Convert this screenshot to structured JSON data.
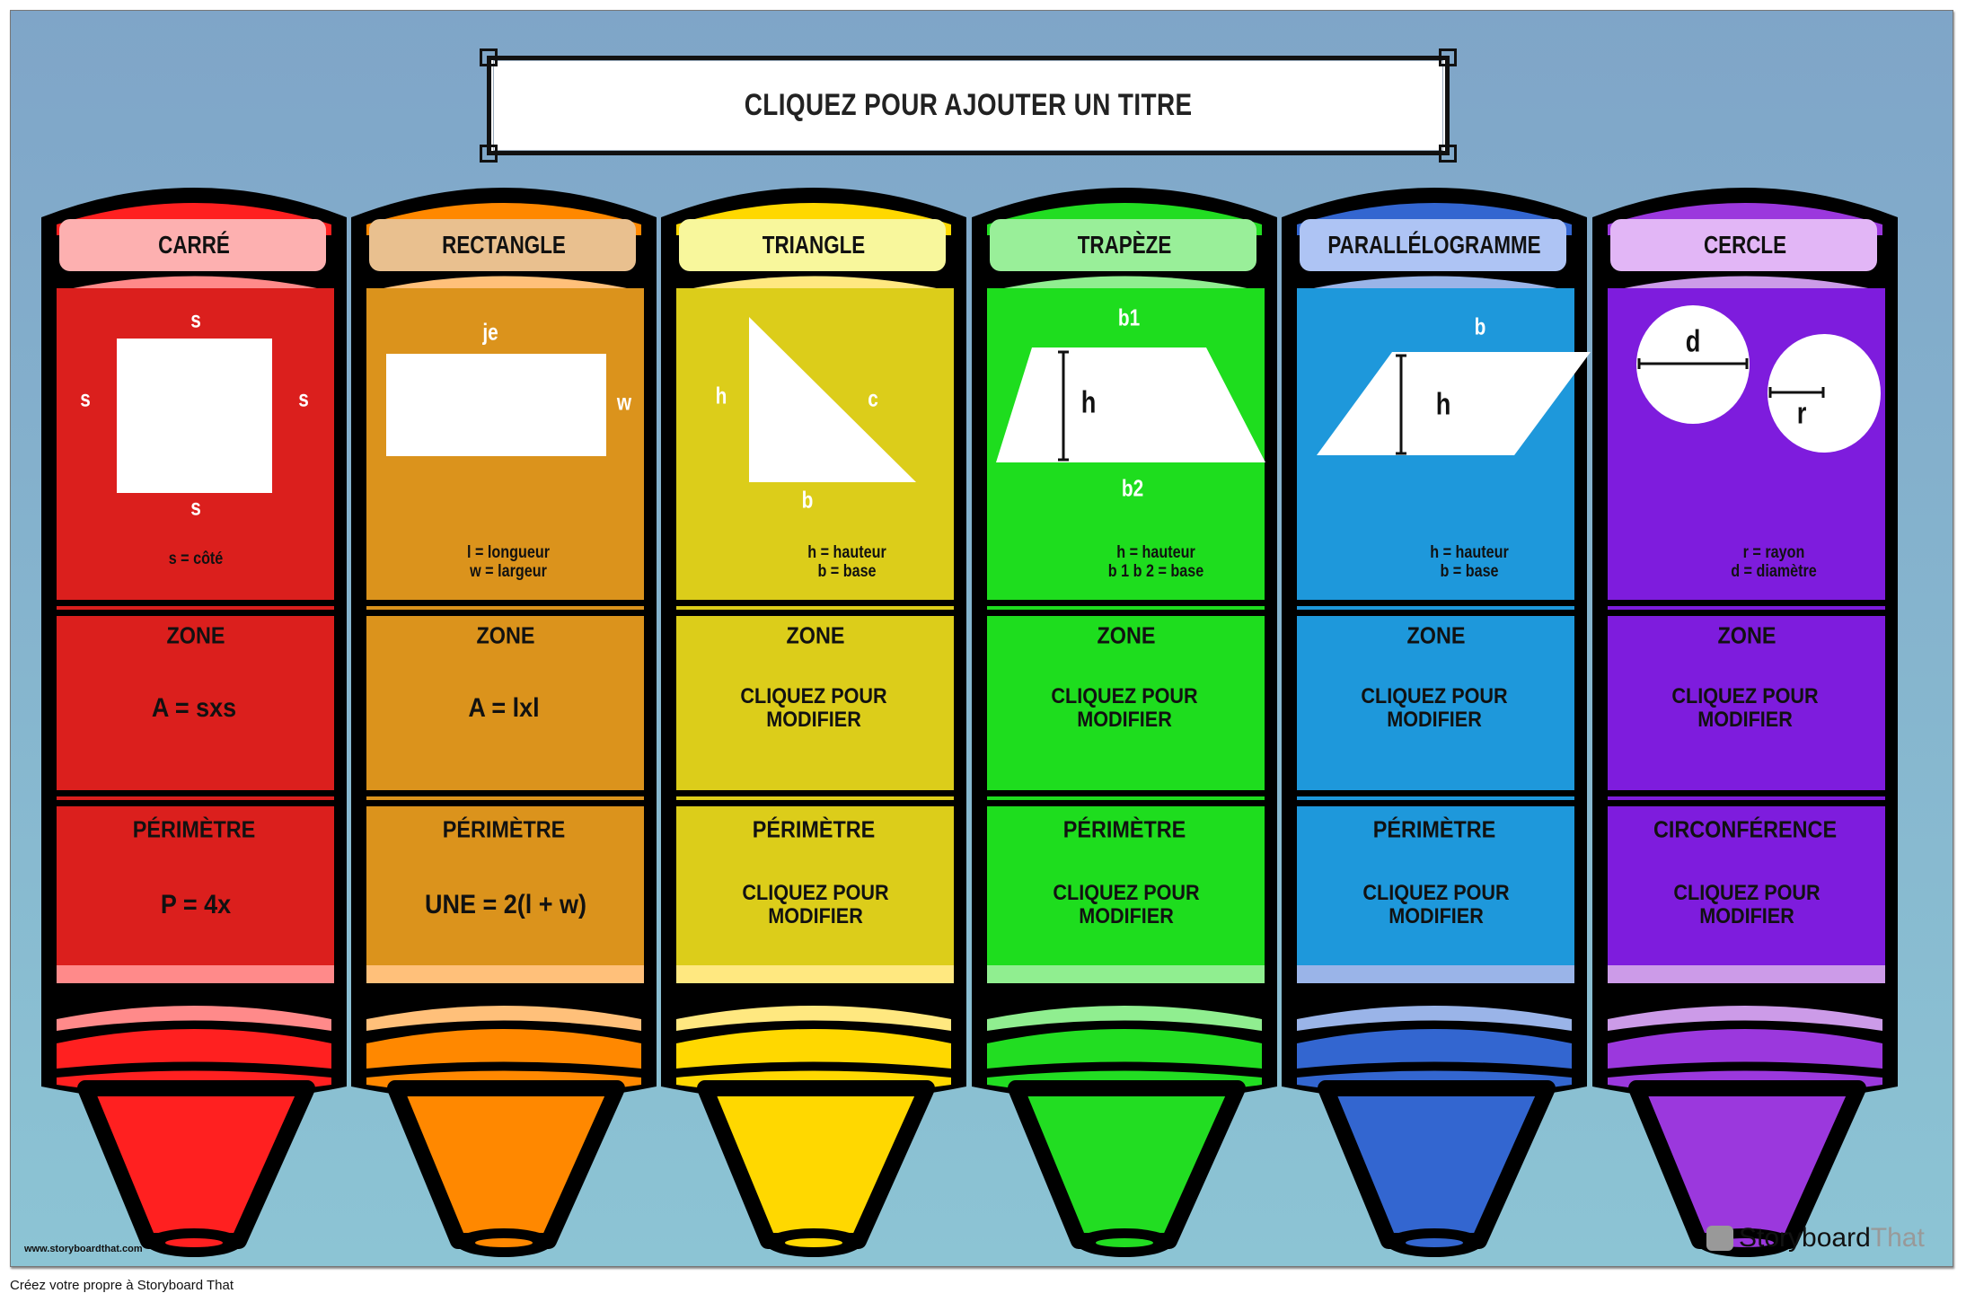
{
  "title": "CLIQUEZ POUR AJOUTER UN TITRE",
  "site_url": "www.storyboardthat.com",
  "footer": "Créez votre propre à Storyboard That",
  "logo": {
    "part1": "Storyboard",
    "part2": "That"
  },
  "columns": [
    {
      "name": "CARRÉ",
      "shape": "square",
      "shape_labels": [
        "s",
        "s",
        "s",
        "s"
      ],
      "legend": [
        "s = côté"
      ],
      "zone_title": "ZONE",
      "zone_content": "A = sxs",
      "perimeter_title": "PÉRIMÈTRE",
      "perimeter_content": "P = 4x",
      "colors": {
        "cap": "#ff2020",
        "label": "#fdb0b0",
        "light": "#ff8a8a",
        "body": "#db1f1d"
      }
    },
    {
      "name": "RECTANGLE",
      "shape": "rectangle",
      "shape_labels": [
        "je",
        "w"
      ],
      "legend": [
        "l = longueur",
        "w = largeur"
      ],
      "zone_title": "ZONE",
      "zone_content": "A = lxl",
      "perimeter_title": "PÉRIMÈTRE",
      "perimeter_content": "UNE = 2(l + w)",
      "colors": {
        "cap": "#ff8800",
        "label": "#e9c08f",
        "light": "#ffc07a",
        "body": "#db931c"
      }
    },
    {
      "name": "TRIANGLE",
      "shape": "triangle",
      "shape_labels": [
        "h",
        "c",
        "b"
      ],
      "legend": [
        "h = hauteur",
        "b = base"
      ],
      "zone_title": "ZONE",
      "zone_content": "CLIQUEZ POUR\nMODIFIER",
      "perimeter_title": "PÉRIMÈTRE",
      "perimeter_content": "CLIQUEZ POUR\nMODIFIER",
      "colors": {
        "cap": "#ffd800",
        "label": "#f8f79c",
        "light": "#ffe880",
        "body": "#dccd1a"
      }
    },
    {
      "name": "TRAPÈZE",
      "shape": "trapezoid",
      "shape_labels": [
        "b1",
        "h",
        "b2"
      ],
      "legend": [
        "h = hauteur",
        "b 1 b 2 = base"
      ],
      "zone_title": "ZONE",
      "zone_content": "CLIQUEZ POUR\nMODIFIER",
      "perimeter_title": "PÉRIMÈTRE",
      "perimeter_content": "CLIQUEZ POUR\nMODIFIER",
      "colors": {
        "cap": "#22dd22",
        "label": "#99ef99",
        "light": "#90ee90",
        "body": "#1edd1e"
      }
    },
    {
      "name": "PARALLÉLOGRAMME",
      "shape": "parallelogram",
      "shape_labels": [
        "b",
        "h"
      ],
      "legend": [
        "h = hauteur",
        "b = base"
      ],
      "zone_title": "ZONE",
      "zone_content": "CLIQUEZ POUR\nMODIFIER",
      "perimeter_title": "PÉRIMÈTRE",
      "perimeter_content": "CLIQUEZ POUR\nMODIFIER",
      "colors": {
        "cap": "#3366d0",
        "label": "#aec4f4",
        "light": "#9ab4e8",
        "body": "#1e98db"
      }
    },
    {
      "name": "CERCLE",
      "shape": "circle",
      "shape_labels": [
        "d",
        "r"
      ],
      "legend": [
        "r = rayon",
        "d = diamètre"
      ],
      "zone_title": "ZONE",
      "zone_content": "CLIQUEZ POUR\nMODIFIER",
      "perimeter_title": "CIRCONFÉRENCE",
      "perimeter_content": "CLIQUEZ POUR\nMODIFIER",
      "colors": {
        "cap": "#9b38dd",
        "label": "#e2b6f6",
        "light": "#cc9be8",
        "body": "#7e1cdd"
      }
    }
  ]
}
